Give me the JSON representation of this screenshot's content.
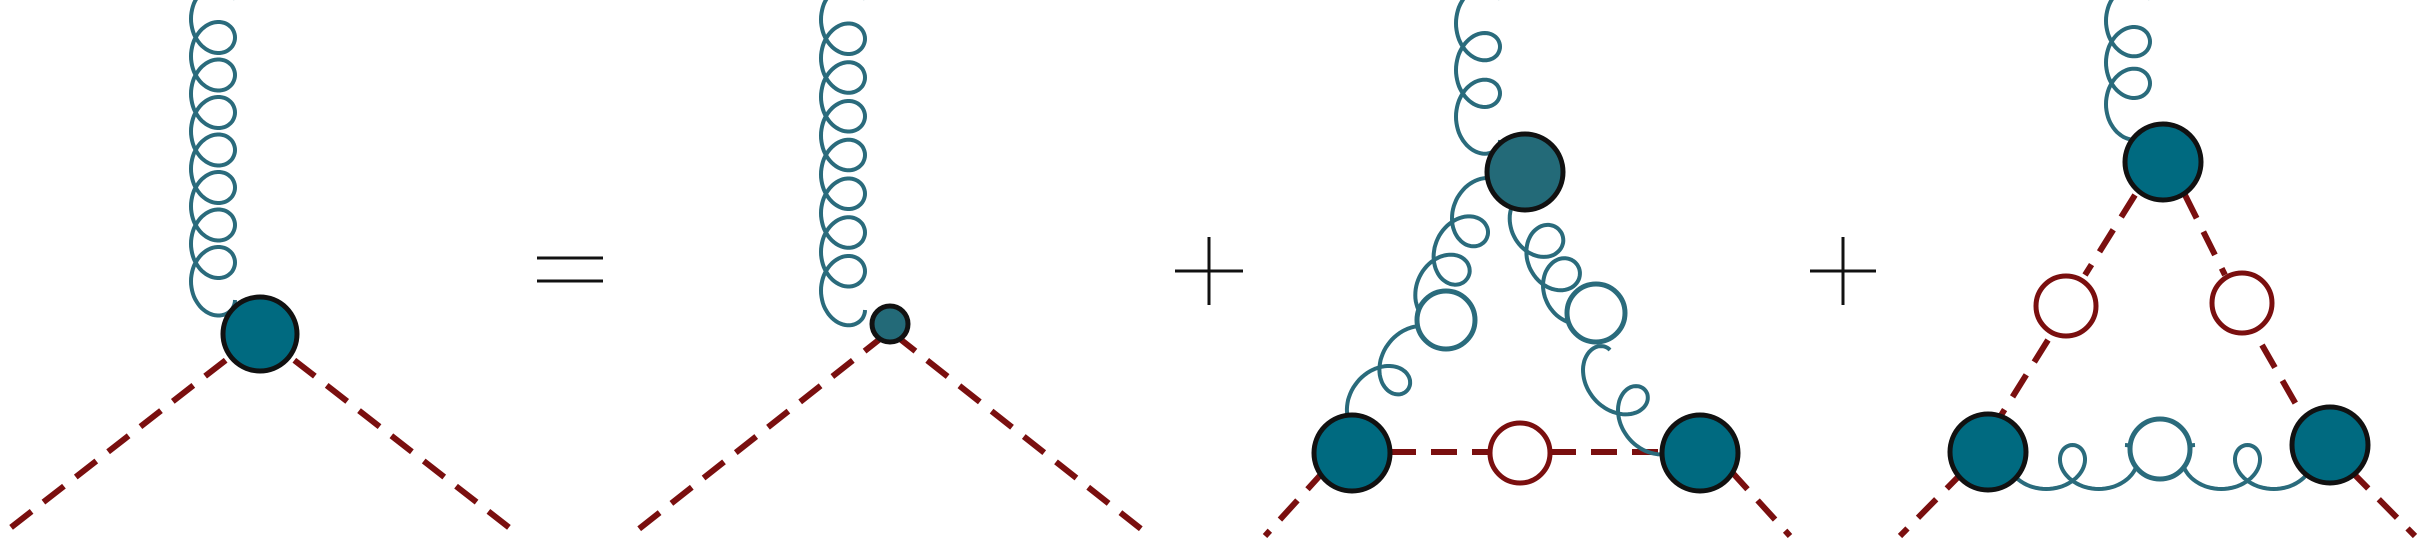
{
  "diagram": {
    "kind": "feynman-vertex-equation",
    "operators": [
      "=",
      "+",
      "+"
    ],
    "terms": [
      {
        "lhs": true,
        "vertex": "full",
        "structure": "single-vertex"
      },
      {
        "vertex": "bare",
        "structure": "single-vertex"
      },
      {
        "vertex": "full",
        "structure": "gluon-triangle-with-ghost-bottom"
      },
      {
        "vertex": "full",
        "structure": "ghost-triangle-with-gluon-bottom"
      }
    ],
    "line_types": {
      "gluon": "curly",
      "ghost": "dashed"
    },
    "colors": {
      "gluon": "#2a6b7c",
      "ghost": "#7a0f0f",
      "vertex_fill": "#006a80",
      "vertex_fill_dark": "#236a78",
      "vertex_outline": "#111111",
      "background": "#ffffff"
    }
  }
}
